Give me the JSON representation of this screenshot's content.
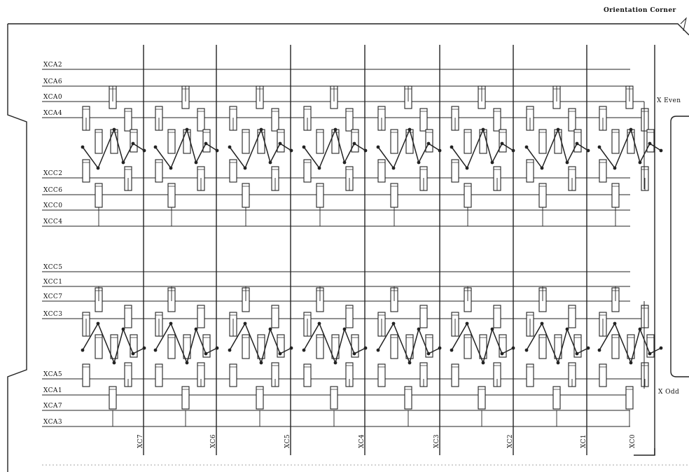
{
  "corner_label": "Orientation Corner",
  "even_label": "X Even",
  "odd_label": "X Odd",
  "top_lines": [
    "XCA2",
    "XCA6",
    "XCA0",
    "XCA4",
    "XCC2",
    "XCC6",
    "XCC0",
    "XCC4"
  ],
  "bottom_lines": [
    "XCC5",
    "XCC1",
    "XCC7",
    "XCC3",
    "XCA5",
    "XCA1",
    "XCA7",
    "XCA3"
  ],
  "columns": [
    "XC7",
    "XC6",
    "XC5",
    "XC4",
    "XC3",
    "XC2",
    "XC1",
    "XC0"
  ]
}
